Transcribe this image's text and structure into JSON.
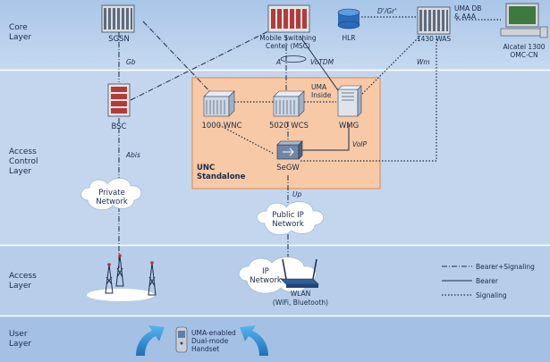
{
  "layers": {
    "core": [
      "Core",
      "Layer"
    ],
    "access_control": [
      "Access",
      "Control",
      "Layer"
    ],
    "access": [
      "Access",
      "Layer"
    ],
    "user": [
      "User",
      "Layer"
    ]
  },
  "nodes": {
    "sgsn": "SGSN",
    "msc": [
      "Mobile Switching",
      "Center (MSC)"
    ],
    "hlr": "HLR",
    "was": "1430 WAS",
    "uma_db": [
      "UMA DB",
      "& AAA"
    ],
    "omc": [
      "Alcatel 1300",
      "OMC-CN"
    ],
    "bsc": "BSC",
    "wnc": "1000 WNC",
    "wcs": "5020 WCS",
    "wmg": "WMG",
    "segw": "SeGW",
    "unc": [
      "UNC",
      "Standalone"
    ],
    "private_net": [
      "Private",
      "Network"
    ],
    "public_net": [
      "Public IP",
      "Network"
    ],
    "ip_net": [
      "IP",
      "Network"
    ],
    "wlan": [
      "WLAN",
      "(WiFi, Bluetooth)"
    ],
    "handset": [
      "UMA-enabled",
      "Dual-mode",
      "Handset"
    ]
  },
  "interfaces": {
    "gb": "Gb",
    "abis": "Abis",
    "a": "A",
    "votdm": "VoTDM",
    "uma_inside": [
      "UMA",
      "Inside"
    ],
    "voip": "VoIP",
    "up": "Up",
    "dgr": "D'/Gr'",
    "wm": "Wm"
  },
  "legend": {
    "bearer_signaling": "Bearer+Signaling",
    "bearer": "Bearer",
    "signaling": "Signaling"
  },
  "colors": {
    "band_light": "#b9d0ea",
    "band_mid": "#9dbde3",
    "unc_box": "#f7c9a6",
    "ink": "#1b2a4a",
    "arrow": "#2a8fd6"
  }
}
